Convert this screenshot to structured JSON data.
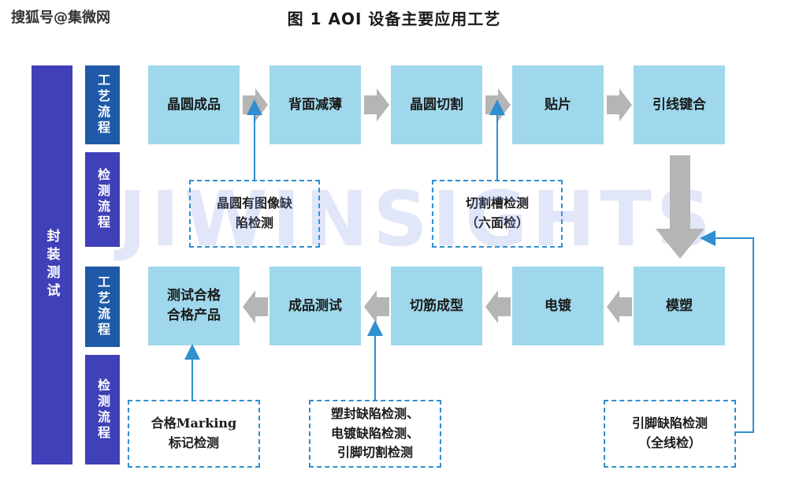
{
  "watermark": "搜狐号@集微网",
  "watermark_bg": "JIWINSIGHTS",
  "title": "图 1  AOI 设备主要应用工艺",
  "left_label": "封装测试",
  "row_labels": {
    "craft_top": "工艺流程",
    "inspect_top": "检测流程",
    "craft_bottom": "工艺流程",
    "inspect_bottom": "检测流程"
  },
  "top_process": [
    "晶圆成品",
    "背面减薄",
    "晶圆切割",
    "贴片",
    "引线键合"
  ],
  "bottom_process": [
    "测试合格\n合格产品",
    "成品测试",
    "切筋成型",
    "电镀",
    "模塑"
  ],
  "inspections": {
    "wafer_image": "晶圆有图像缺\n陷检测",
    "dicing_groove": "切割槽检测\n（六面检）",
    "marking": "合格Marking\n标记检测",
    "molding_plating": "塑封缺陷检测、\n电镀缺陷检测、\n引脚切割检测",
    "lead": "引脚缺陷检测\n（全线检）"
  },
  "colors": {
    "left_bar": "#4040b8",
    "craft_label": "#1f5aa8",
    "inspect_label": "#4040b8",
    "process_box": "#9fd8ec",
    "arrow_gray": "#b5b5b5",
    "inspect_line": "#2f8fcf"
  }
}
